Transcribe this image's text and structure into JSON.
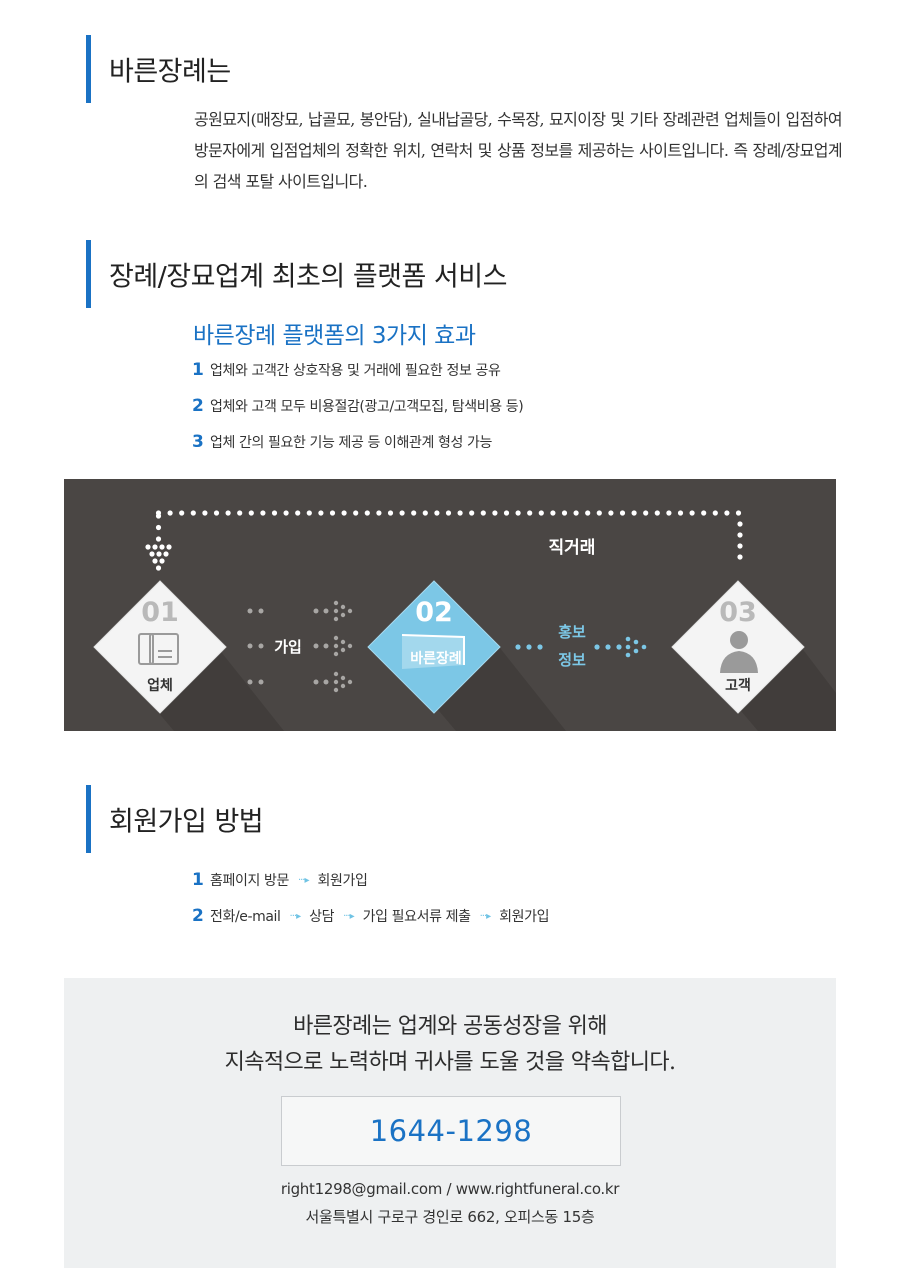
{
  "section1": {
    "title": "바른장례는",
    "body": "공원묘지(매장묘, 납골묘, 봉안담), 실내납골당, 수목장, 묘지이장 및 기타 장례관련 업체들이 입점하여 방문자에게 입점업체의 정확한 위치, 연락처 및 상품 정보를 제공하는 사이트입니다. 즉 장례/장묘업계의 검색 포탈 사이트입니다."
  },
  "section2": {
    "title": "장례/장묘업계 최초의 플랫폼 서비스",
    "subtitle": "바른장례 플랫폼의 3가지 효과",
    "items": [
      {
        "num": "1",
        "text": "업체와 고객간 상호작용 및 거래에 필요한 정보 공유"
      },
      {
        "num": "2",
        "text": "업체와 고객 모두 비용절감(광고/고객모집,  탐색비용 등)"
      },
      {
        "num": "3",
        "text": "업체 간의 필요한 기능 제공 등 이해관계 형성 가능"
      }
    ]
  },
  "diagram": {
    "direct_label": "직거래",
    "join_label": "가입",
    "promo_label_1": "홍보",
    "promo_label_2": "정보",
    "nodes": [
      {
        "num": "01",
        "label": "업체"
      },
      {
        "num": "02",
        "label": "바른장례"
      },
      {
        "num": "03",
        "label": "고객"
      }
    ],
    "colors": {
      "background": "#4a4644",
      "accent": "#7cc7e6",
      "node": "#f4f4f4"
    }
  },
  "section3": {
    "title": "회원가입 방법",
    "steps": [
      {
        "num": "1",
        "parts": [
          "홈페이지 방문",
          "회원가입"
        ]
      },
      {
        "num": "2",
        "parts": [
          "전화/e-mail",
          "상담",
          "가입 필요서류 제출",
          "회원가입"
        ]
      }
    ],
    "arrow": "···▸"
  },
  "contact": {
    "slogan_line1": "바른장례는 업계와 공동성장을 위해",
    "slogan_line2": "지속적으로 노력하며 귀사를 도울 것을 약속합니다.",
    "phone": "1644-1298",
    "email_web": "right1298@gmail.com / www.rightfuneral.co.kr",
    "address": "서울특별시 구로구 경인로 662, 오피스동 15층"
  }
}
